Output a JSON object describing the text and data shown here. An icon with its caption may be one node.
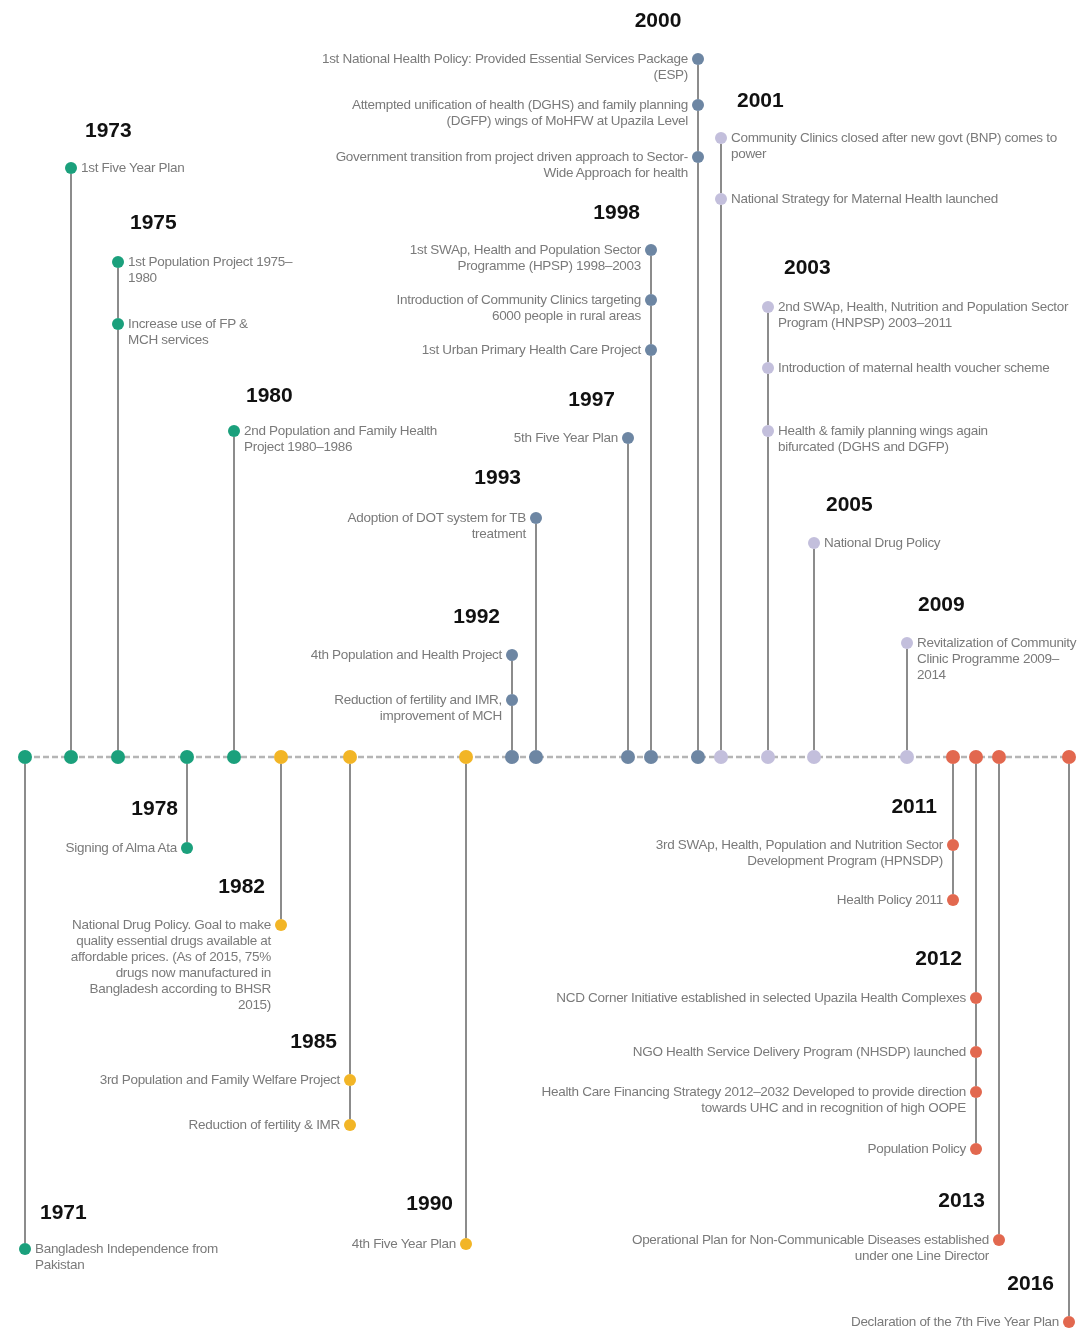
{
  "diagram": {
    "nodes": [
      {
        "text": [],
        "shape": "circle"
      },
      {
        "text": [],
        "shape": "circle"
      },
      {
        "text": [],
        "shape": "circle"
      },
      {
        "text": [],
        "shape": "circle"
      },
      {
        "text": [],
        "shape": "circle"
      },
      {
        "text": [],
        "shape": "circle"
      },
      {
        "text": [],
        "shape": "circle"
      },
      {
        "text": [],
        "shape": "circle"
      },
      {
        "text": [],
        "shape": "circle"
      },
      {
        "text": [],
        "shape": "circle"
      },
      {
        "text": [],
        "shape": "circle"
      },
      {
        "text": [],
        "shape": "circle"
      },
      {
        "text": [],
        "shape": "circle"
      },
      {
        "text": [],
        "shape": "circle"
      },
      {
        "text": [],
        "shape": "circle"
      },
      {
        "text": [],
        "shape": "circle"
      },
      {
        "text": [],
        "shape": "circle"
      },
      {
        "text": [],
        "shape": "circle"
      },
      {
        "text": [],
        "shape": "circle"
      },
      {
        "text": [],
        "shape": "circle"
      },
      {
        "text": [],
        "shape": "circle"
      },
      {
        "text": [],
        "shape": "circle",
        "beside": [
          "Bangladesh Independence from Pakistan"
        ]
      },
      {
        "text": [],
        "shape": "circle",
        "beside": [
          "1st Five Year Plan"
        ]
      },
      {
        "text": [],
        "shape": "circle",
        "beside": [
          "1st Population Project 1975–1980"
        ]
      },
      {
        "text": [],
        "shape": "circle",
        "beside": [
          "Increase use of FP & MCH services"
        ]
      },
      {
        "text": [],
        "shape": "circle",
        "beside": [
          "Signing of Alma Ata"
        ]
      },
      {
        "text": [],
        "shape": "circle",
        "beside": [
          "2nd Population and Family Health Project 1980–1986"
        ]
      },
      {
        "text": [],
        "shape": "circle",
        "beside": [
          "National Drug Policy. Goal to make quality essential drugs available at affordable prices. (As of 2015, 75% drugs now manufactured in Bangladesh according to BHSR 2015)"
        ]
      },
      {
        "text": [],
        "shape": "circle",
        "beside": [
          "3rd Population and Family Welfare Project"
        ]
      },
      {
        "text": [],
        "shape": "circle",
        "beside": [
          "Reduction of fertility & IMR"
        ]
      },
      {
        "text": [],
        "shape": "circle",
        "beside": [
          "4th Five Year Plan"
        ]
      },
      {
        "text": [],
        "shape": "circle",
        "beside": [
          "4th Population and Health Project"
        ]
      },
      {
        "text": [],
        "shape": "circle",
        "beside": [
          "Reduction of fertility and IMR, improvement of MCH"
        ]
      },
      {
        "text": [],
        "shape": "circle",
        "beside": [
          "Adoption of DOT system for TB treatment"
        ]
      },
      {
        "text": [],
        "shape": "circle",
        "beside": [
          "5th Five Year Plan"
        ]
      },
      {
        "text": [],
        "shape": "circle",
        "beside": [
          "1st SWAp, Health and Population Sector Programme (HPSP) 1998–2003"
        ]
      },
      {
        "text": [],
        "shape": "circle",
        "beside": [
          "Introduction of Community Clinics targeting 6000 people in rural areas"
        ]
      },
      {
        "text": [],
        "shape": "circle",
        "beside": [
          "1st Urban Primary Health Care Project"
        ]
      },
      {
        "text": [],
        "shape": "circle",
        "beside": [
          "1st National Health Policy: Provided Essential Services Package (ESP)"
        ]
      },
      {
        "text": [],
        "shape": "circle",
        "beside": [
          "Attempted unification of health (DGHS) and family planning (DGFP) wings of MoHFW at Upazila Level"
        ]
      },
      {
        "text": [],
        "shape": "circle",
        "beside": [
          "Government transition from project driven approach to Sector-Wide Approach for health"
        ]
      },
      {
        "text": [],
        "shape": "circle",
        "beside": [
          "Community Clinics closed after new govt (BNP) comes to power"
        ]
      },
      {
        "text": [],
        "shape": "circle",
        "beside": [
          "National Strategy for Maternal Health launched"
        ]
      },
      {
        "text": [],
        "shape": "circle",
        "beside": [
          "2nd SWAp, Health, Nutrition and Population Sector Program (HNPSP) 2003–2011"
        ]
      },
      {
        "text": [],
        "shape": "circle",
        "beside": [
          "Introduction of maternal health voucher scheme"
        ]
      },
      {
        "text": [],
        "shape": "circle",
        "beside": [
          "Health & family planning wings again bifurcated (DGHS and DGFP)"
        ]
      },
      {
        "text": [],
        "shape": "circle",
        "beside": [
          "National Drug Policy"
        ]
      },
      {
        "text": [],
        "shape": "circle",
        "beside": [
          "Revitalization of Community Clinic Programme 2009–2014"
        ]
      },
      {
        "text": [],
        "shape": "circle",
        "beside": [
          "3rd SWAp, Health, Population and Nutrition Sector Development Program (HPNSDP)"
        ]
      },
      {
        "text": [],
        "shape": "circle",
        "beside": [
          "Health Policy 2011"
        ]
      },
      {
        "text": [],
        "shape": "circle",
        "beside": [
          "NCD Corner Initiative established in selected Upazila Health Complexes"
        ]
      },
      {
        "text": [],
        "shape": "circle",
        "beside": [
          "NGO Health Service Delivery Program (NHSDP) launched"
        ]
      },
      {
        "text": [],
        "shape": "circle",
        "beside": [
          "Health Care Financing Strategy 2012–2032 Developed to provide direction towards UHC and in recognition of high OOPE"
        ]
      },
      {
        "text": [],
        "shape": "circle",
        "beside": [
          "Population Policy"
        ]
      },
      {
        "text": [],
        "shape": "circle",
        "beside": [
          "Operational Plan for Non-Communicable Diseases established under one Line Director"
        ]
      },
      {
        "text": [],
        "shape": "circle",
        "beside": [
          "Declaration of the 7th Five Year Plan"
        ]
      }
    ],
    "edges": [
      {
        "from": 0,
        "to": 21,
        "arrow": "none"
      },
      {
        "from": 1,
        "to": 22,
        "arrow": "none"
      },
      {
        "from": 2,
        "to": 24,
        "arrow": "none"
      },
      {
        "from": 24,
        "to": 23,
        "arrow": "none"
      },
      {
        "from": 3,
        "to": 25,
        "arrow": "none"
      },
      {
        "from": 4,
        "to": 26,
        "arrow": "none"
      },
      {
        "from": 5,
        "to": 27,
        "arrow": "none"
      },
      {
        "from": 6,
        "to": 28,
        "arrow": "none"
      },
      {
        "from": 28,
        "to": 29,
        "arrow": "none"
      },
      {
        "from": 7,
        "to": 30,
        "arrow": "none"
      },
      {
        "from": 8,
        "to": 32,
        "arrow": "none"
      },
      {
        "from": 32,
        "to": 31,
        "arrow": "none"
      },
      {
        "from": 9,
        "to": 33,
        "arrow": "none"
      },
      {
        "from": 10,
        "to": 34,
        "arrow": "none"
      },
      {
        "from": 11,
        "to": 37,
        "arrow": "none"
      },
      {
        "from": 37,
        "to": 36,
        "arrow": "none"
      },
      {
        "from": 36,
        "to": 35,
        "arrow": "none"
      },
      {
        "from": 12,
        "to": 40,
        "arrow": "none"
      },
      {
        "from": 40,
        "to": 39,
        "arrow": "none"
      },
      {
        "from": 39,
        "to": 38,
        "arrow": "none"
      },
      {
        "from": 13,
        "to": 42,
        "arrow": "none"
      },
      {
        "from": 42,
        "to": 41,
        "arrow": "none"
      },
      {
        "from": 14,
        "to": 45,
        "arrow": "none"
      },
      {
        "from": 45,
        "to": 44,
        "arrow": "none"
      },
      {
        "from": 44,
        "to": 43,
        "arrow": "none"
      },
      {
        "from": 15,
        "to": 46,
        "arrow": "none"
      },
      {
        "from": 16,
        "to": 47,
        "arrow": "none"
      },
      {
        "from": 17,
        "to": 48,
        "arrow": "none"
      },
      {
        "from": 48,
        "to": 49,
        "arrow": "none"
      },
      {
        "from": 18,
        "to": 50,
        "arrow": "none"
      },
      {
        "from": 50,
        "to": 51,
        "arrow": "none"
      },
      {
        "from": 51,
        "to": 52,
        "arrow": "none"
      },
      {
        "from": 52,
        "to": 53,
        "arrow": "none"
      },
      {
        "from": 19,
        "to": 54,
        "arrow": "none"
      },
      {
        "from": 20,
        "to": 55,
        "arrow": "none"
      }
    ],
    "labels": [
      "1971",
      "1973",
      "1975",
      "1978",
      "1980",
      "1982",
      "1985",
      "1990",
      "1992",
      "1993",
      "1997",
      "1998",
      "2000",
      "2001",
      "2003",
      "2005",
      "2009",
      "2011",
      "2012",
      "2013",
      "2016"
    ]
  }
}
